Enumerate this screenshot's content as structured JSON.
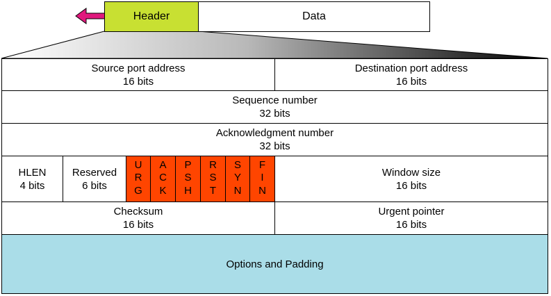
{
  "top": {
    "header_label": "Header",
    "data_label": "Data",
    "header_color": "#c8e032",
    "arrow_color": "#e0197d",
    "arrow_icon": "arrow-left-icon"
  },
  "rows": {
    "source_port": {
      "name": "Source port address",
      "size": "16 bits"
    },
    "dest_port": {
      "name": "Destination port address",
      "size": "16 bits"
    },
    "sequence": {
      "name": "Sequence number",
      "size": "32 bits"
    },
    "ack": {
      "name": "Acknowledgment number",
      "size": "32 bits"
    },
    "hlen": {
      "name": "HLEN",
      "size": "4 bits"
    },
    "reserved": {
      "name": "Reserved",
      "size": "6 bits"
    },
    "flags": [
      {
        "letters": [
          "U",
          "R",
          "G"
        ]
      },
      {
        "letters": [
          "A",
          "C",
          "K"
        ]
      },
      {
        "letters": [
          "P",
          "S",
          "H"
        ]
      },
      {
        "letters": [
          "R",
          "S",
          "T"
        ]
      },
      {
        "letters": [
          "S",
          "Y",
          "N"
        ]
      },
      {
        "letters": [
          "F",
          "I",
          "N"
        ]
      }
    ],
    "window": {
      "name": "Window size",
      "size": "16 bits"
    },
    "checksum": {
      "name": "Checksum",
      "size": "16 bits"
    },
    "urgent": {
      "name": "Urgent pointer",
      "size": "16 bits"
    },
    "options": {
      "name": "Options and Padding"
    }
  },
  "colors": {
    "flag_fill": "#ff4500",
    "options_fill": "#aadde8"
  }
}
